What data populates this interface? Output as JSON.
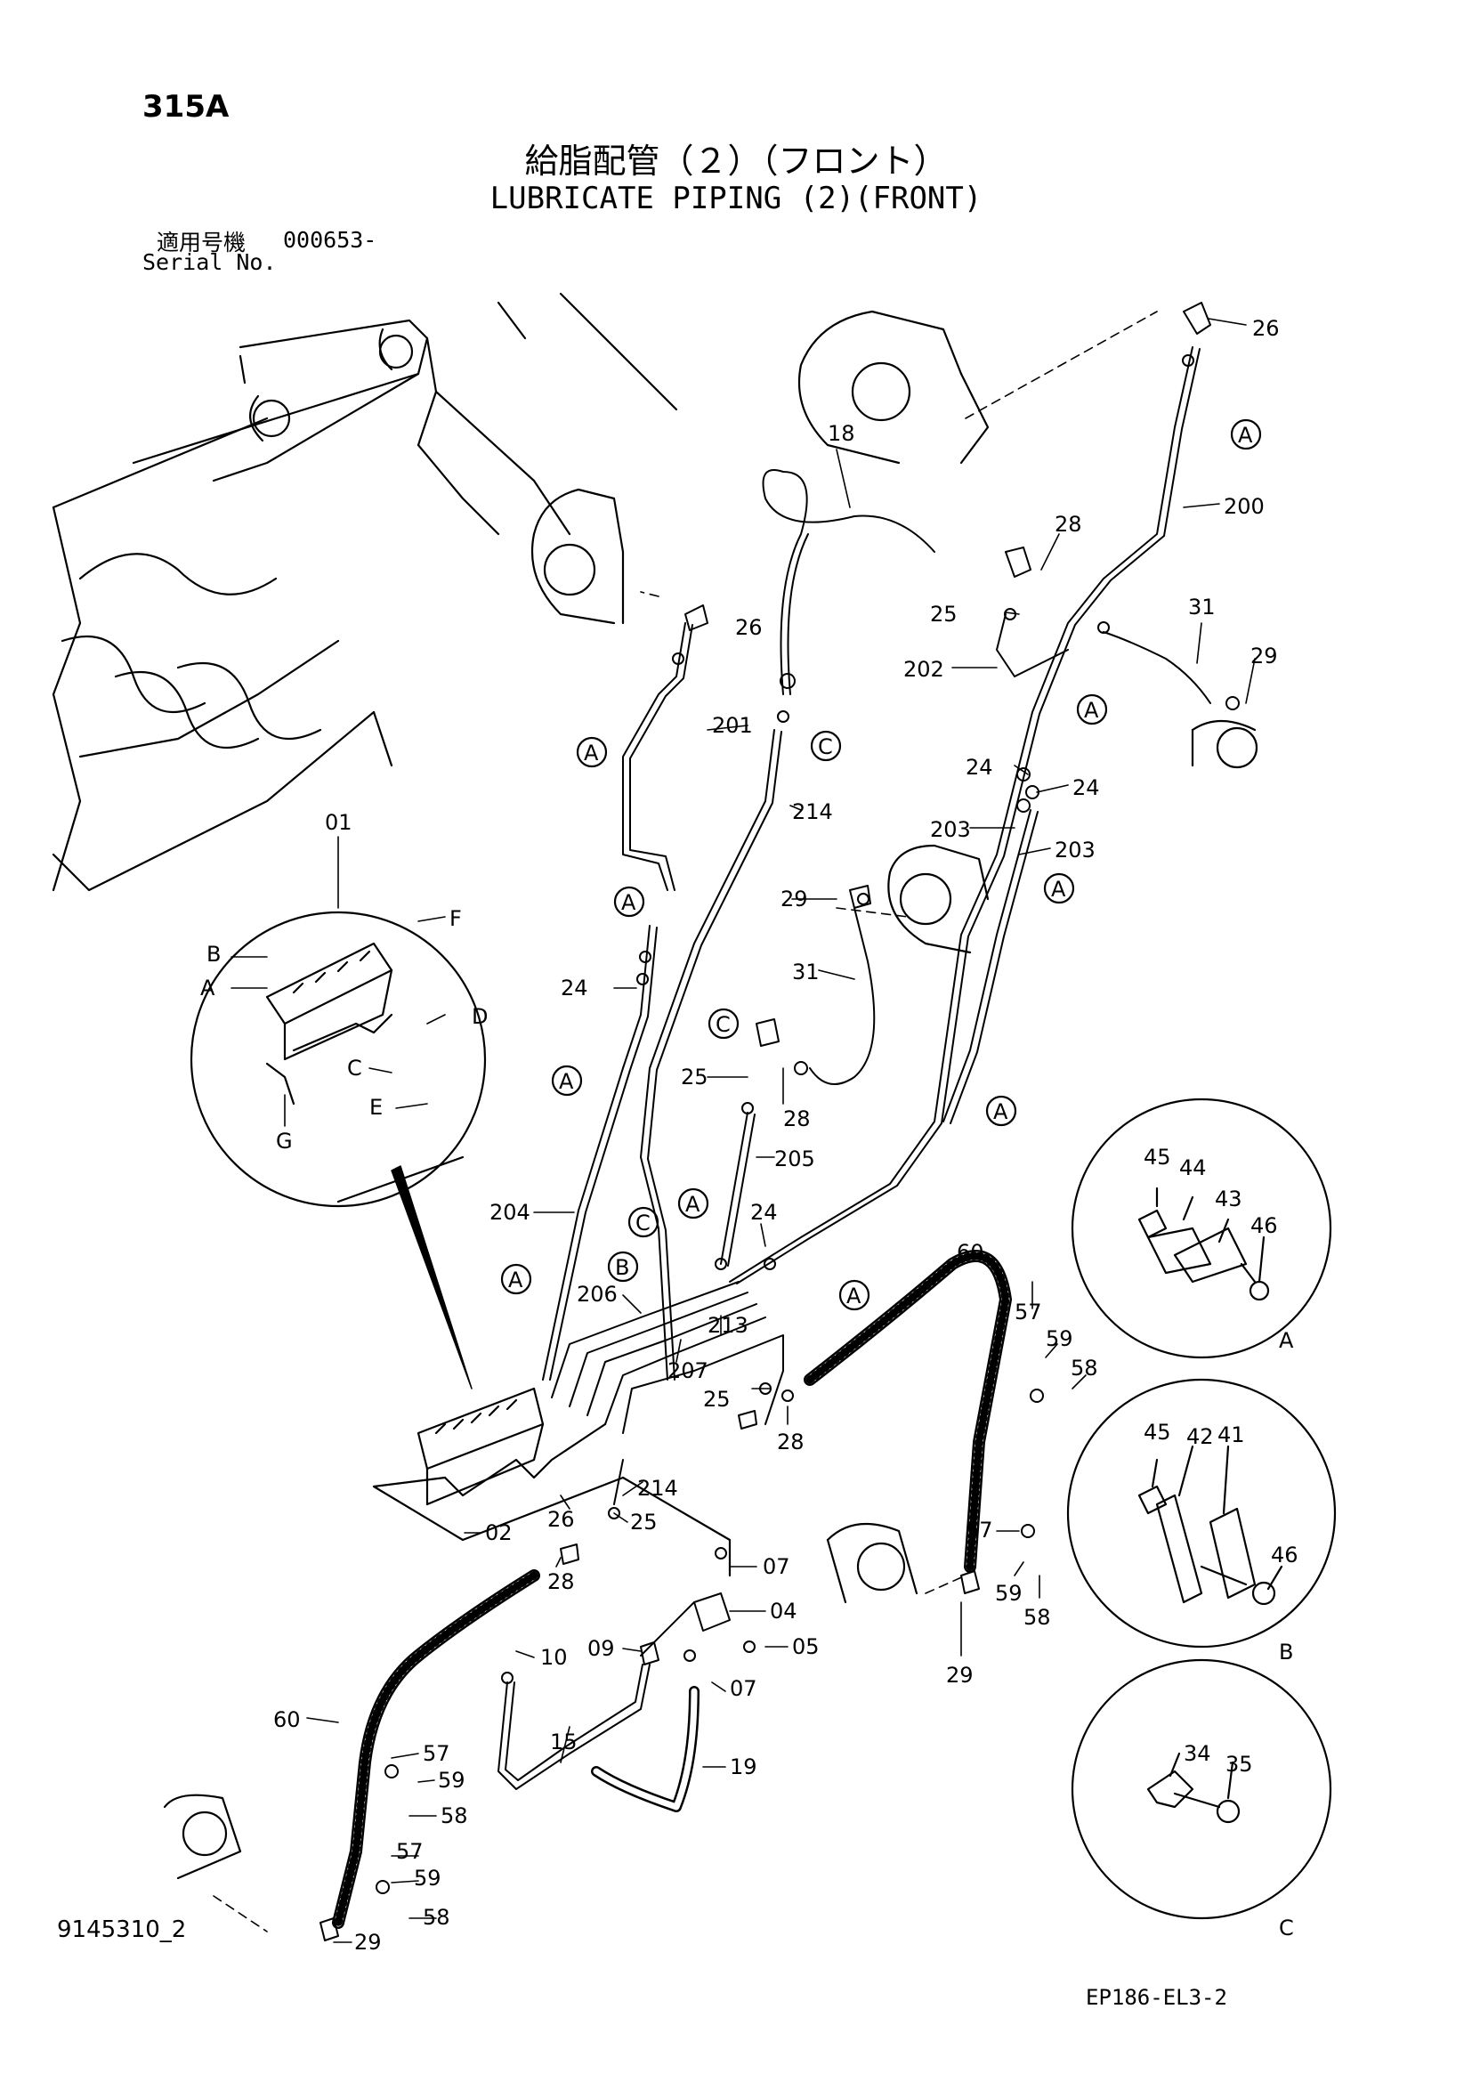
{
  "header": {
    "page_number": "315A",
    "title_jp": "給脂配管（２）（フロント）",
    "title_en": "LUBRICATE PIPING (2)(FRONT)",
    "serial_label_jp": "適用号機",
    "serial_range": "000653-",
    "serial_label_en": "Serial No."
  },
  "footer": {
    "figure_id": "9145310_2",
    "drawing_no": "EP186-EL3-2"
  },
  "detail_callouts": [
    {
      "id": "a",
      "letter": "A"
    },
    {
      "id": "b",
      "letter": "B"
    },
    {
      "id": "c",
      "letter": "C"
    }
  ],
  "circled_refs": [
    {
      "id": "r1",
      "letter": "A"
    },
    {
      "id": "r2",
      "letter": "A"
    },
    {
      "id": "r3",
      "letter": "A"
    },
    {
      "id": "r4",
      "letter": "A"
    },
    {
      "id": "r5",
      "letter": "A"
    },
    {
      "id": "r6",
      "letter": "A"
    },
    {
      "id": "r7",
      "letter": "A"
    },
    {
      "id": "r8",
      "letter": "A"
    },
    {
      "id": "r9",
      "letter": "A"
    },
    {
      "id": "r10",
      "letter": "A"
    },
    {
      "id": "r11",
      "letter": "A"
    },
    {
      "id": "r12",
      "letter": "B"
    },
    {
      "id": "r13",
      "letter": "C"
    },
    {
      "id": "r14",
      "letter": "C"
    },
    {
      "id": "r15",
      "letter": "C"
    }
  ],
  "part_labels": [
    "26",
    "26",
    "18",
    "200",
    "28",
    "31",
    "25",
    "202",
    "29",
    "201",
    "214",
    "24",
    "24",
    "203",
    "203",
    "01",
    "F",
    "B",
    "A",
    "D",
    "C",
    "E",
    "G",
    "29",
    "31",
    "24",
    "25",
    "28",
    "205",
    "204",
    "24",
    "206",
    "207",
    "213",
    "214",
    "26",
    "25",
    "02",
    "28",
    "07",
    "04",
    "09",
    "05",
    "10",
    "07",
    "15",
    "19",
    "60",
    "57",
    "59",
    "58",
    "57",
    "59",
    "58",
    "29",
    "60",
    "57",
    "59",
    "58",
    "25",
    "28",
    "57",
    "59",
    "58",
    "29",
    "45",
    "44",
    "43",
    "46",
    "45",
    "42",
    "41",
    "46",
    "34",
    "35"
  ]
}
